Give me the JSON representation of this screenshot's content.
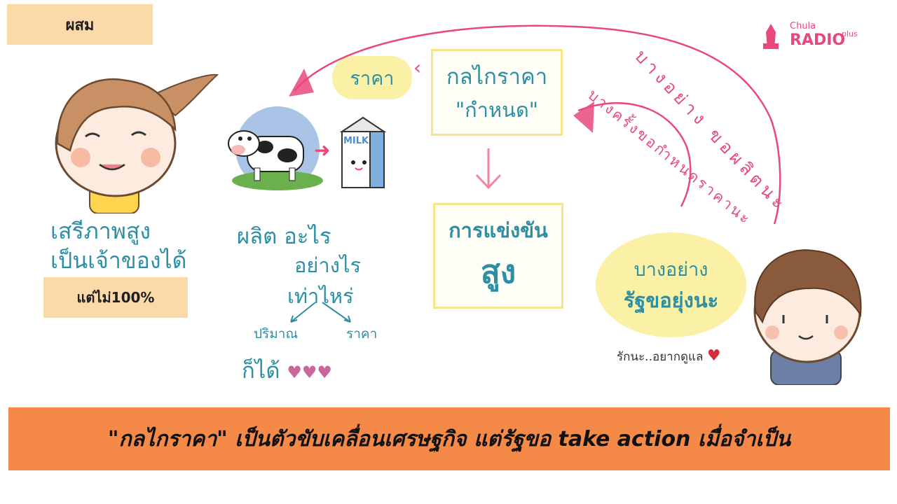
{
  "labels": {
    "mixed": "ผสม",
    "not_100": "แต่ไม่100%"
  },
  "left": {
    "line1": "เสรีภาพสูง",
    "line2": "เป็นเจ้าของได้"
  },
  "middle": {
    "line1": "ผลิต อะไร",
    "line2": "อย่างไร",
    "line3": "เท่าไหร่",
    "branch_left": "ปริมาณ",
    "branch_right": "ราคา",
    "line4": "ก็ได้"
  },
  "milk_label": "MILK",
  "price_bubble": "ราคา",
  "mechanism_box": {
    "line1": "กลไกราคา",
    "line2": "\"กำหนด\""
  },
  "competition_box": {
    "line1": "การแข่งขัน",
    "line2": "สูง"
  },
  "arrows_text": {
    "top": "บางอย่าง ขอผลิตนะ",
    "lower": "บางครั้งขอกำหนดราคานะ"
  },
  "speech_bubble": {
    "line1": "บางอย่าง",
    "line2": "รัฐขอยุ่งนะ"
  },
  "caption": "รักนะ..อยากดูแล",
  "banner": "\"กลไกราคา\" เป็นตัวขับเคลื่อนเศรษฐกิจ แต่รัฐขอ take action เมื่อจำเป็น",
  "logo": {
    "small": "Chula",
    "big": "RADIO",
    "plus": "plus"
  },
  "colors": {
    "pink": "#e8497a",
    "teal": "#2d8fa4",
    "banner": "#f58a48",
    "tag": "#fbd9a8",
    "bubble": "#faf0a6"
  }
}
